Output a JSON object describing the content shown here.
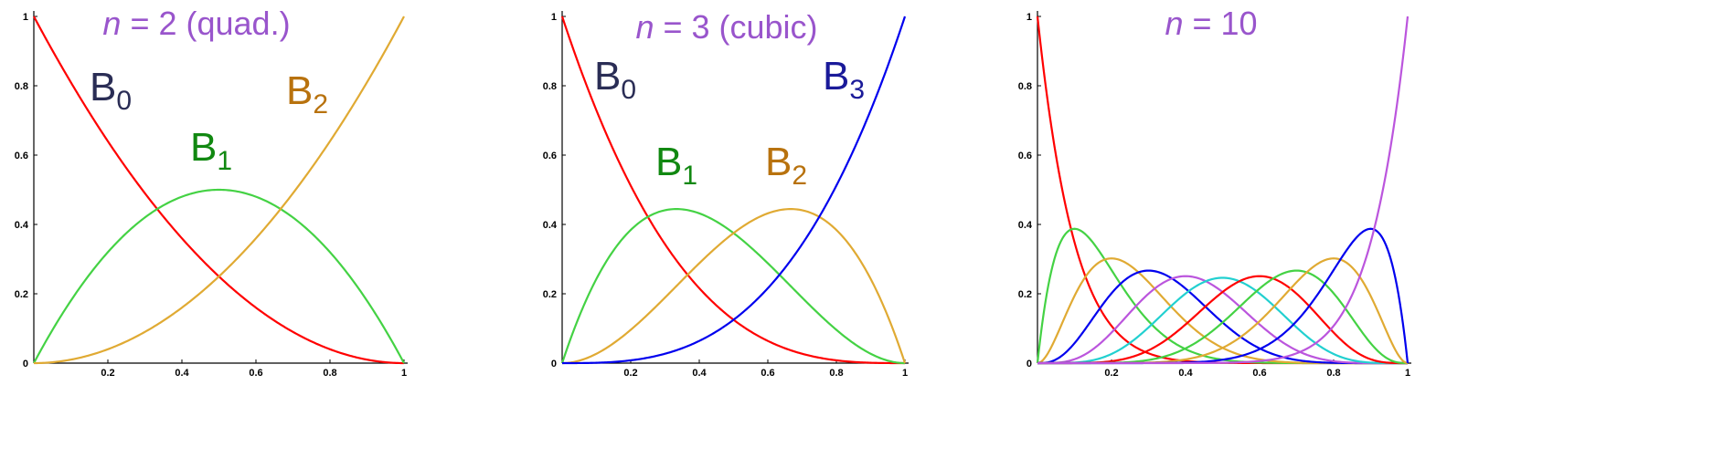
{
  "chart_data": [
    {
      "type": "line",
      "title_var": "n",
      "title_eq": " = 2",
      "title_note": " (quad.)",
      "degree": 2,
      "x_ticks": [
        "0.2",
        "0.4",
        "0.6",
        "0.8",
        "1"
      ],
      "y_ticks": [
        "0.2",
        "0.4",
        "0.6",
        "0.8",
        "1"
      ],
      "origin_label": "0",
      "xlim": [
        0,
        1
      ],
      "ylim": [
        0,
        1
      ],
      "grid": false,
      "series": [
        {
          "name": "B",
          "sub": "0",
          "color": "#ff0000",
          "label_color": "#2a2d55"
        },
        {
          "name": "B",
          "sub": "1",
          "color": "#44d244",
          "label_color": "#118811"
        },
        {
          "name": "B",
          "sub": "2",
          "color": "#e0aa33",
          "label_color": "#b8720e"
        }
      ],
      "samples": {
        "x": [
          0,
          0.2,
          0.4,
          0.5,
          0.6,
          0.8,
          1
        ],
        "B0": [
          1,
          0.64,
          0.36,
          0.25,
          0.16,
          0.04,
          0
        ],
        "B1": [
          0,
          0.32,
          0.48,
          0.5,
          0.48,
          0.32,
          0
        ],
        "B2": [
          0,
          0.04,
          0.16,
          0.25,
          0.36,
          0.64,
          1
        ]
      }
    },
    {
      "type": "line",
      "title_var": "n",
      "title_eq": " = 3",
      "title_note": " (cubic)",
      "degree": 3,
      "x_ticks": [
        "0.2",
        "0.4",
        "0.6",
        "0.8",
        "1"
      ],
      "y_ticks": [
        "0.2",
        "0.4",
        "0.6",
        "0.8",
        "1"
      ],
      "origin_label": "0",
      "xlim": [
        0,
        1
      ],
      "ylim": [
        0,
        1
      ],
      "grid": false,
      "series": [
        {
          "name": "B",
          "sub": "0",
          "color": "#ff0000",
          "label_color": "#2a2d55"
        },
        {
          "name": "B",
          "sub": "1",
          "color": "#44d244",
          "label_color": "#118811"
        },
        {
          "name": "B",
          "sub": "2",
          "color": "#e0aa33",
          "label_color": "#b8720e"
        },
        {
          "name": "B",
          "sub": "3",
          "color": "#0000ee",
          "label_color": "#1a1a99"
        }
      ],
      "samples": {
        "x": [
          0,
          0.2,
          0.4,
          0.6,
          0.8,
          1
        ],
        "B0": [
          1,
          0.512,
          0.216,
          0.064,
          0.008,
          0
        ],
        "B1": [
          0,
          0.384,
          0.432,
          0.288,
          0.096,
          0
        ],
        "B2": [
          0,
          0.096,
          0.288,
          0.432,
          0.384,
          0
        ],
        "B3": [
          0,
          0.008,
          0.064,
          0.216,
          0.512,
          1
        ]
      }
    },
    {
      "type": "line",
      "title_var": "n",
      "title_eq": " = 10",
      "title_note": "",
      "degree": 10,
      "x_ticks": [
        "0.2",
        "0.4",
        "0.6",
        "0.8",
        "1"
      ],
      "y_ticks": [
        "0.2",
        "0.4",
        "0.6",
        "0.8",
        "1"
      ],
      "origin_label": "0",
      "xlim": [
        0,
        1
      ],
      "ylim": [
        0,
        1
      ],
      "grid": false,
      "series": [
        {
          "color": "#ff0000"
        },
        {
          "color": "#44d244"
        },
        {
          "color": "#e0aa33"
        },
        {
          "color": "#0000ee"
        },
        {
          "color": "#bb55dd"
        },
        {
          "color": "#22d0d0"
        },
        {
          "color": "#ff0000"
        },
        {
          "color": "#44d244"
        },
        {
          "color": "#e0aa33"
        },
        {
          "color": "#0000ee"
        },
        {
          "color": "#bb55dd"
        }
      ],
      "peaks": [
        1,
        0.387,
        0.302,
        0.267,
        0.251,
        0.246,
        0.251,
        0.267,
        0.302,
        0.387,
        1
      ]
    }
  ],
  "colors": {
    "title": "#9955cc",
    "axis": "#000000"
  }
}
